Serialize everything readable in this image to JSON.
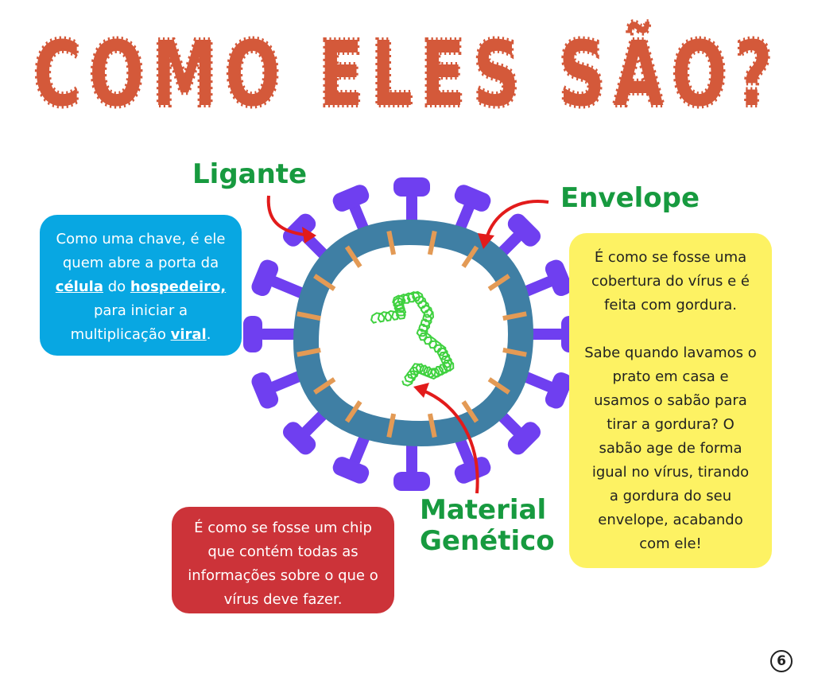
{
  "title": "COMO ELES SÃO?",
  "labels": {
    "ligante": "Ligante",
    "envelope": "Envelope",
    "material_line1": "Material",
    "material_line2": "Genético"
  },
  "boxes": {
    "ligante": {
      "line1": "Como uma chave, é ele",
      "line2": "quem abre a porta da",
      "w_celula": "célula",
      "w_do": " do ",
      "w_hospedeiro": "hospedeiro,",
      "line4": "para iniciar a",
      "w_mult": "multiplicação ",
      "w_viral": "viral",
      "w_dot": "."
    },
    "material": {
      "line1": "É como se fosse um chip",
      "line2": "que contém todas as",
      "line3": "informações sobre o que o",
      "line4": "vírus deve fazer."
    },
    "envelope": {
      "line1": "É como se fosse uma",
      "line2": "cobertura do vírus e é",
      "line3": "feita com gordura.",
      "line4": "Sabe quando lavamos o",
      "line5": "prato em casa e",
      "line6": "usamos o sabão para",
      "line7": "tirar a gordura? O",
      "line8": "sabão age de forma",
      "line9": "igual no vírus, tirando",
      "line10": "a gordura do seu",
      "line11": "envelope, acabando",
      "line12": "com ele!"
    }
  },
  "page_number": "6",
  "colors": {
    "title": "#d4593a",
    "label_green": "#179a3f",
    "box_blue": "#08a7e2",
    "box_red": "#cc3339",
    "box_yellow": "#fdf263",
    "spike_purple": "#6f3ff0",
    "envelope_ring": "#3f7fa4",
    "envelope_marks": "#e39a55",
    "rna_green": "#3fd13f",
    "arrow_red": "#e21b1b"
  }
}
